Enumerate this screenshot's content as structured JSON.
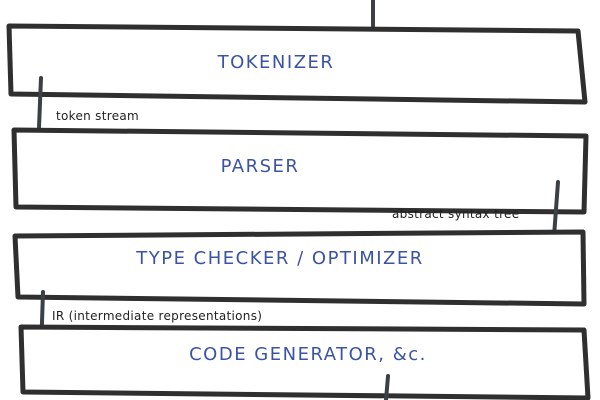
{
  "colors": {
    "stage_text": "#3a53a4",
    "box_stroke": "#2f2f2f",
    "arrow": "#3b4045",
    "edge_text": "#222222"
  },
  "stages": [
    {
      "label": "TOKENIZER"
    },
    {
      "label": "PARSER"
    },
    {
      "label": "TYPE CHECKER / OPTIMIZER"
    },
    {
      "label": "CODE GENERATOR, &c."
    }
  ],
  "edges": [
    {
      "label": "token stream"
    },
    {
      "label": "abstract syntax tree"
    },
    {
      "label": "IR (intermediate representations)"
    }
  ]
}
